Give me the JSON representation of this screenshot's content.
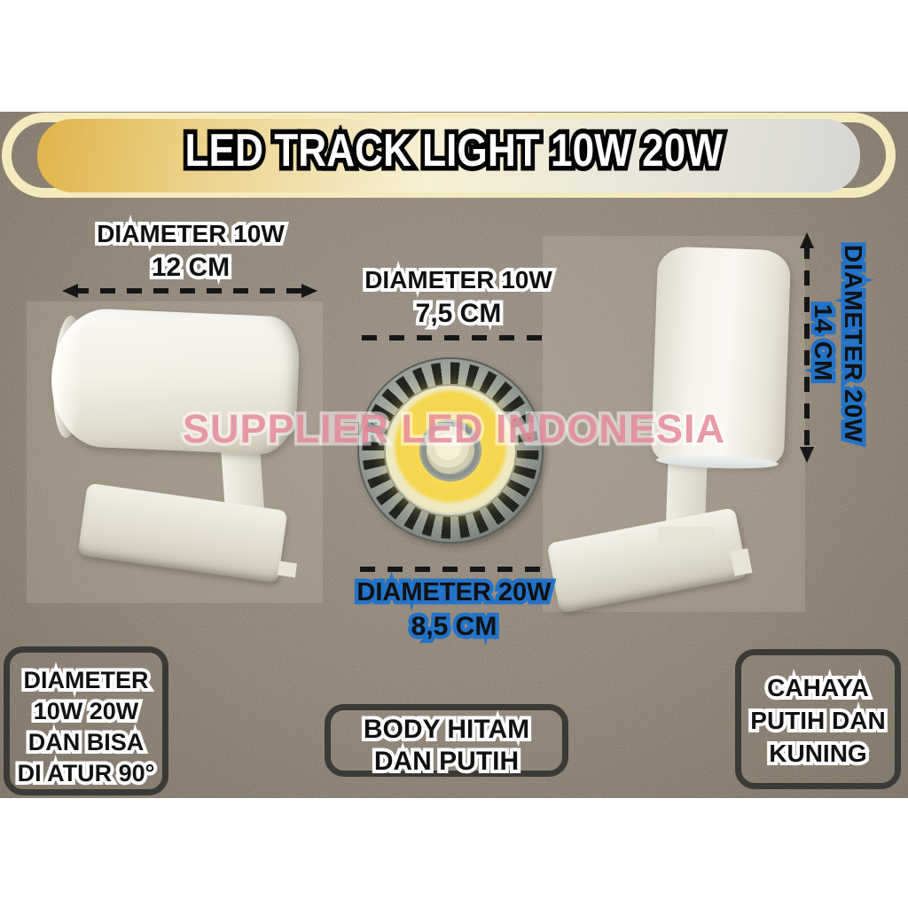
{
  "banner": {
    "title": "LED TRACK LIGHT 10W 20W"
  },
  "watermark": {
    "text": "SUPPLIER LED INDONESIA"
  },
  "annotations": {
    "left_width": {
      "label": "DIAMETER 10W",
      "value": "12 CM"
    },
    "center_top": {
      "label": "DIAMETER 10W",
      "value": "7,5 CM"
    },
    "center_bottom": {
      "label": "DIAMETER 20W",
      "value": "8,5 CM"
    },
    "right_height": {
      "label": "DIAMETER 20W",
      "value": "14 CM"
    }
  },
  "info_boxes": {
    "adjustable": {
      "lines": [
        "DIAMETER",
        "10W 20W",
        "DAN BISA",
        "DI ATUR 90°"
      ]
    },
    "body": {
      "lines": [
        "BODY HITAM",
        "DAN PUTIH"
      ]
    },
    "light_color": {
      "lines": [
        "CAHAYA",
        "PUTIH DAN",
        "KUNING"
      ]
    }
  },
  "colors": {
    "background_taupe": "#8a7d6c",
    "banner_gold": "#e0b448",
    "banner_cream": "#f4ebbd",
    "accent_blue": "#2273c8",
    "text_black": "#111111",
    "outline_white": "#ffffff",
    "box_border": "#3b3a36",
    "watermark_pink": "#db5f73",
    "arrow_black": "#161616"
  }
}
